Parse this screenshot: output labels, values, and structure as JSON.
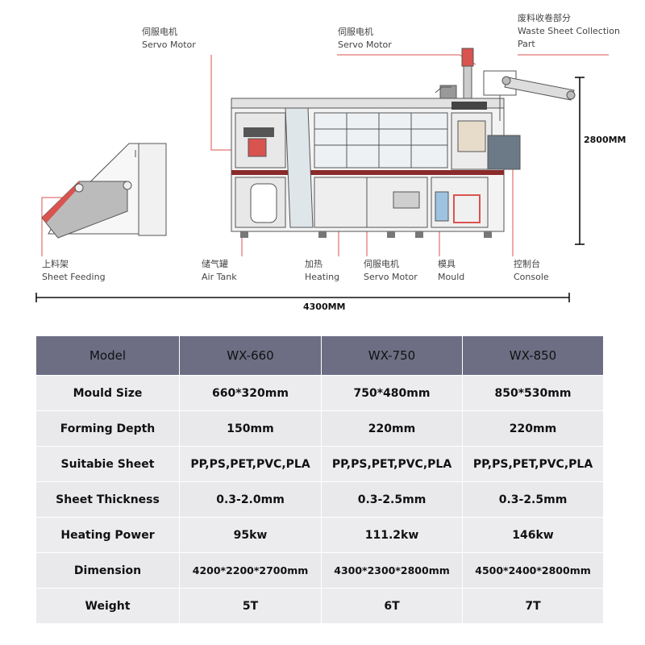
{
  "diagram": {
    "labels": {
      "servo_motor_left": {
        "zh": "伺服电机",
        "en": "Servo Motor"
      },
      "servo_motor_top": {
        "zh": "伺服电机",
        "en": "Servo Motor"
      },
      "waste_sheet": {
        "zh": "废料收卷部分",
        "en_line1": "Waste Sheet Collection",
        "en_line2": "Part"
      },
      "sheet_feeding": {
        "zh": "上料架",
        "en": "Sheet Feeding"
      },
      "air_tank": {
        "zh": "储气罐",
        "en": "Air Tank"
      },
      "heating": {
        "zh": "加热",
        "en": "Heating"
      },
      "servo_motor_bottom": {
        "zh": "伺服电机",
        "en": "Servo Motor"
      },
      "mould": {
        "zh": "模具",
        "en": "Mould"
      },
      "console": {
        "zh": "控制台",
        "en": "Console"
      }
    },
    "dimensions": {
      "height": "2800MM",
      "length": "4300MM"
    }
  },
  "table": {
    "columns": [
      "Model",
      "WX-660",
      "WX-750",
      "WX-850"
    ],
    "rows": [
      {
        "label": "Mould Size",
        "values": [
          "660*320mm",
          "750*480mm",
          "850*530mm"
        ]
      },
      {
        "label": "Forming Depth",
        "values": [
          "150mm",
          "220mm",
          "220mm"
        ]
      },
      {
        "label": "Suitabie Sheet",
        "values": [
          "PP,PS,PET,PVC,PLA",
          "PP,PS,PET,PVC,PLA",
          "PP,PS,PET,PVC,PLA"
        ]
      },
      {
        "label": "Sheet Thickness",
        "values": [
          "0.3-2.0mm",
          "0.3-2.5mm",
          "0.3-2.5mm"
        ]
      },
      {
        "label": "Heating Power",
        "values": [
          "95kw",
          "111.2kw",
          "146kw"
        ]
      },
      {
        "label": "Dimension",
        "values": [
          "4200*2200*2700mm",
          "4300*2300*2800mm",
          "4500*2400*2800mm"
        ]
      },
      {
        "label": "Weight",
        "values": [
          "5T",
          "6T",
          "7T"
        ]
      }
    ]
  },
  "colors": {
    "leader_line": "#d9534f",
    "header_bg": "#6d6e84",
    "row_bg": "#ececef"
  }
}
